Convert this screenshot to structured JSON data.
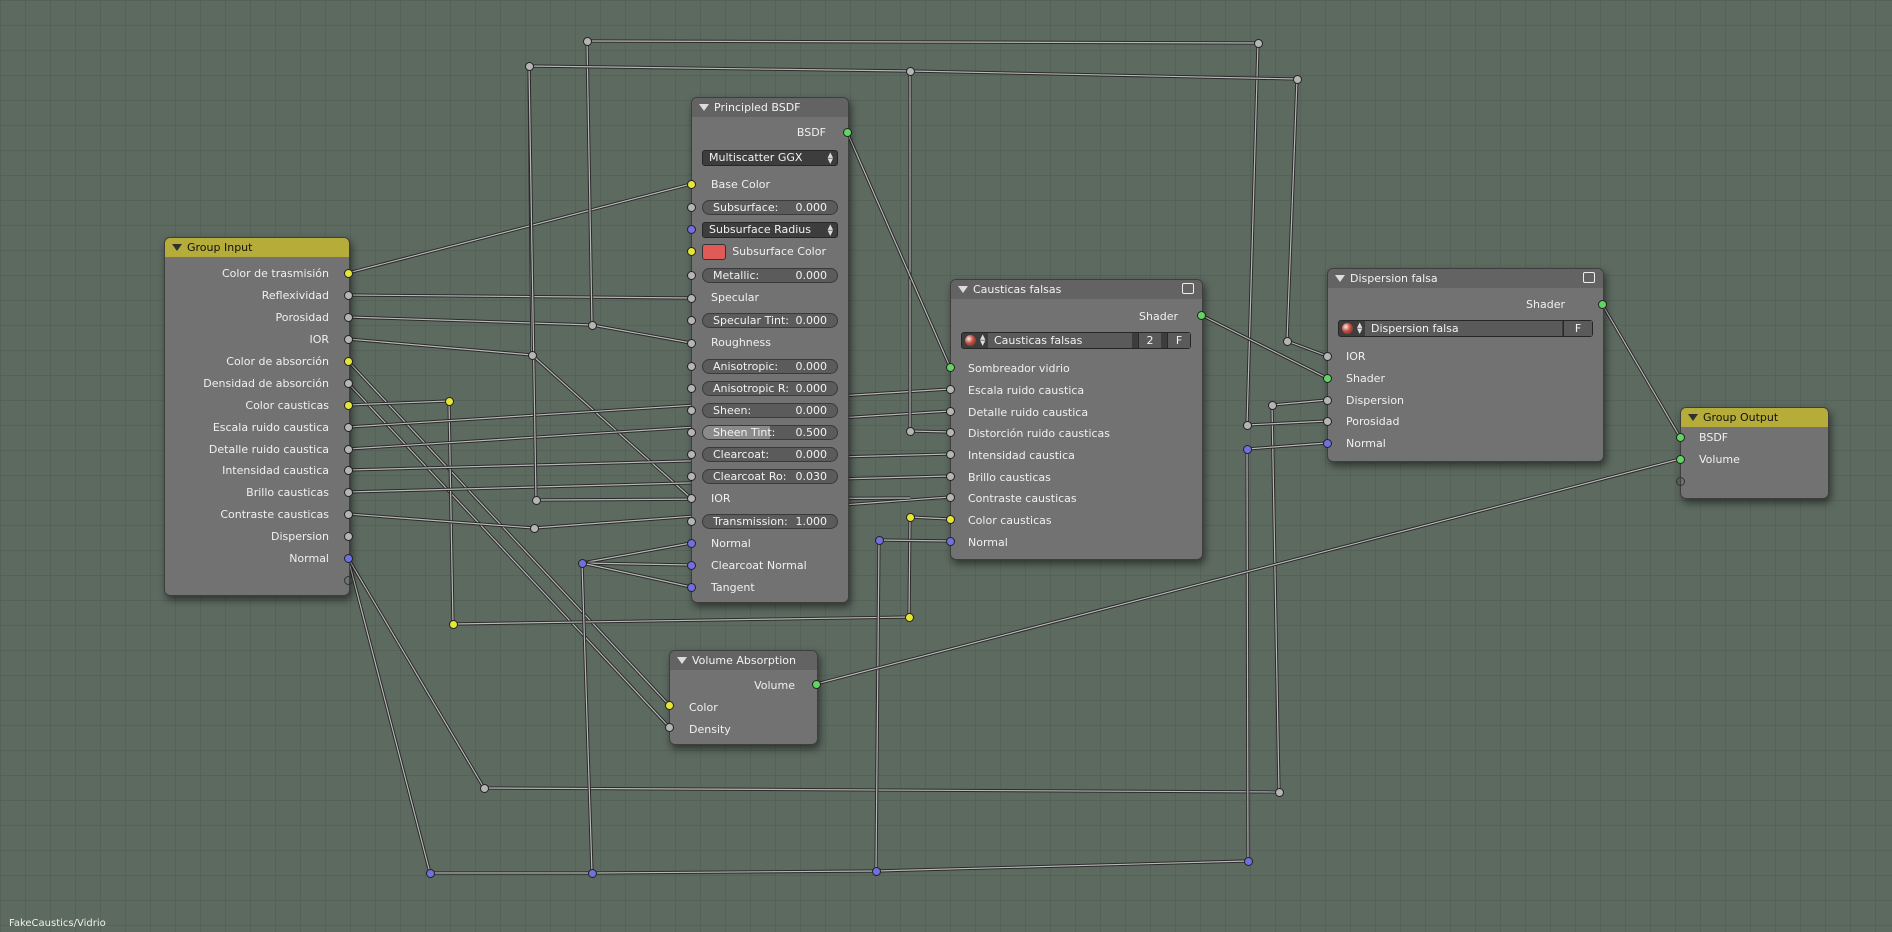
{
  "footer_path": "FakeCaustics/Vidrio",
  "group_input": {
    "title": "Group Input",
    "outputs": [
      "Color de trasmisión",
      "Reflexividad",
      "Porosidad",
      "IOR",
      "Color de absorción",
      "Densidad de absorción",
      "Color causticas",
      "Escala ruido caustica",
      "Detalle ruido caustica",
      "Intensidad caustica",
      "Brillo causticas",
      "Contraste causticas",
      "Dispersion",
      "Normal"
    ]
  },
  "principled": {
    "title": "Principled BSDF",
    "output": "BSDF",
    "distribution": "Multiscatter GGX",
    "base_color": "Base Color",
    "subsurface_label": "Subsurface:",
    "subsurface_value": "0.000",
    "subsurface_method": "Subsurface Radius",
    "subsurface_color": "Subsurface Color",
    "metallic_label": "Metallic:",
    "metallic_value": "0.000",
    "specular": "Specular",
    "specular_tint_label": "Specular Tint:",
    "specular_tint_value": "0.000",
    "roughness": "Roughness",
    "anisotropic_label": "Anisotropic:",
    "anisotropic_value": "0.000",
    "anisotropic_r_label": "Anisotropic R:",
    "anisotropic_r_value": "0.000",
    "sheen_label": "Sheen:",
    "sheen_value": "0.000",
    "sheen_tint_label": "Sheen Tint:",
    "sheen_tint_value": "0.500",
    "sheen_tint_fraction": 0.5,
    "clearcoat_label": "Clearcoat:",
    "clearcoat_value": "0.000",
    "clearcoat_r_label": "Clearcoat Ro:",
    "clearcoat_r_value": "0.030",
    "ior": "IOR",
    "transmission_label": "Transmission:",
    "transmission_value": "1.000",
    "normal": "Normal",
    "clearcoat_normal": "Clearcoat Normal",
    "tangent": "Tangent",
    "subsurface_swatch_color": "#e05a58"
  },
  "causticas": {
    "title": "Causticas falsas",
    "output": "Shader",
    "group_name": "Causticas falsas",
    "users": "2",
    "fake": "F",
    "inputs": [
      "Sombreador vidrio",
      "Escala ruido caustica",
      "Detalle ruido caustica",
      "Distorción ruido causticas",
      "Intensidad caustica",
      "Brillo causticas",
      "Contraste causticas",
      "Color causticas",
      "Normal"
    ]
  },
  "dispersion": {
    "title": "Dispersion falsa",
    "output": "Shader",
    "group_name": "Dispersion falsa",
    "fake": "F",
    "inputs": [
      "IOR",
      "Shader",
      "Dispersion",
      "Porosidad",
      "Normal"
    ]
  },
  "volume": {
    "title": "Volume Absorption",
    "output": "Volume",
    "inputs": [
      "Color",
      "Density"
    ]
  },
  "group_output": {
    "title": "Group Output",
    "inputs": [
      "BSDF",
      "Volume"
    ]
  },
  "colors": {
    "background": "#5d6a60",
    "group_header": "#b5ac3a",
    "socket_color": "#e6e636",
    "socket_float": "#b5b5b5",
    "socket_vector": "#7070e0",
    "socket_shader": "#62d462"
  }
}
